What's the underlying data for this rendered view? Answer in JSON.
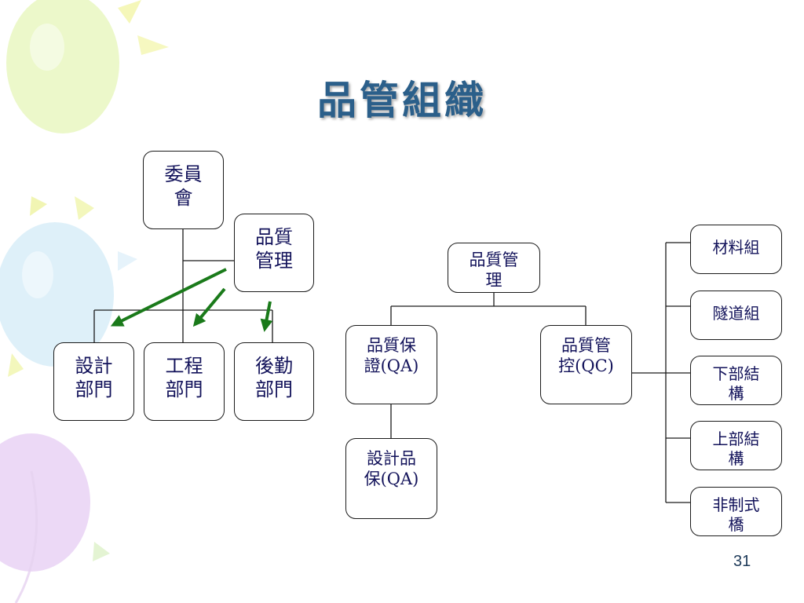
{
  "title": "品管組織",
  "page_number": "31",
  "left_chart": {
    "committee": [
      "委員",
      "會"
    ],
    "qm": [
      "品質",
      "管理"
    ],
    "departments": [
      [
        "設計",
        "部門"
      ],
      [
        "工程",
        "部門"
      ],
      [
        "後勤",
        "部門"
      ]
    ]
  },
  "right_chart": {
    "root": [
      "品質管",
      "理"
    ],
    "qa": [
      "品質保",
      "證(QA)"
    ],
    "qc": [
      "品質管",
      "控(QC)"
    ],
    "design_qa": [
      "設計品",
      "保(QA)"
    ],
    "qc_groups": [
      [
        "材料組"
      ],
      [
        "隧道組"
      ],
      [
        "下部結",
        "構"
      ],
      [
        "上部結",
        "構"
      ],
      [
        "非制式",
        "橋"
      ]
    ]
  },
  "colors": {
    "title": "#2b5f8a",
    "arrow": "#1a7a1a",
    "box_text": "#12125a"
  }
}
